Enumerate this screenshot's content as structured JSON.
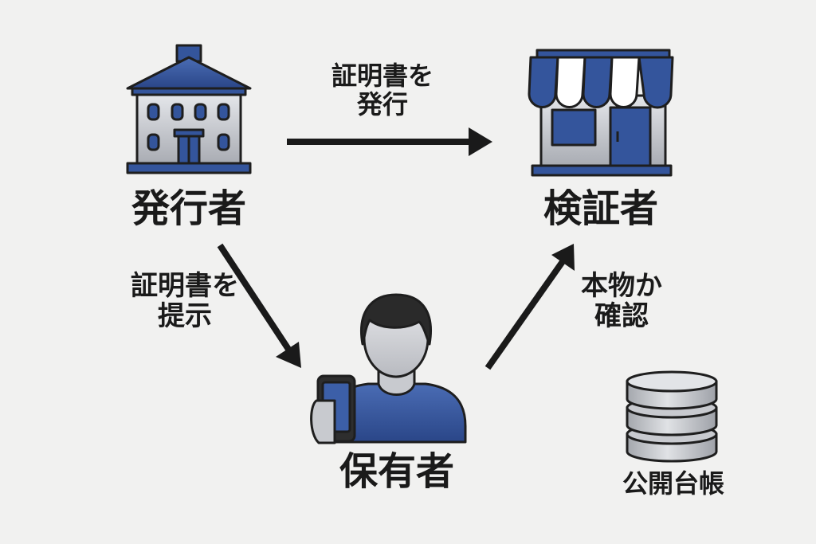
{
  "roles": {
    "issuer": "発行者",
    "verifier": "検証者",
    "holder": "保有者"
  },
  "ledger": {
    "label": "公開台帳"
  },
  "flows": {
    "issue": "証明書を\n発行",
    "present": "証明書を\n提示",
    "verify": "本物か\n確認"
  },
  "colors": {
    "accent": "#34559c",
    "accent_dark": "#243f7c",
    "gray_light": "#d4d6da",
    "gray_mid": "#b3b6bc",
    "outline": "#1e1e1e",
    "background": "#f1f1f0"
  },
  "icons": {
    "issuer": "government-building-icon",
    "verifier": "storefront-icon",
    "holder": "person-with-phone-icon",
    "ledger": "database-icon"
  }
}
